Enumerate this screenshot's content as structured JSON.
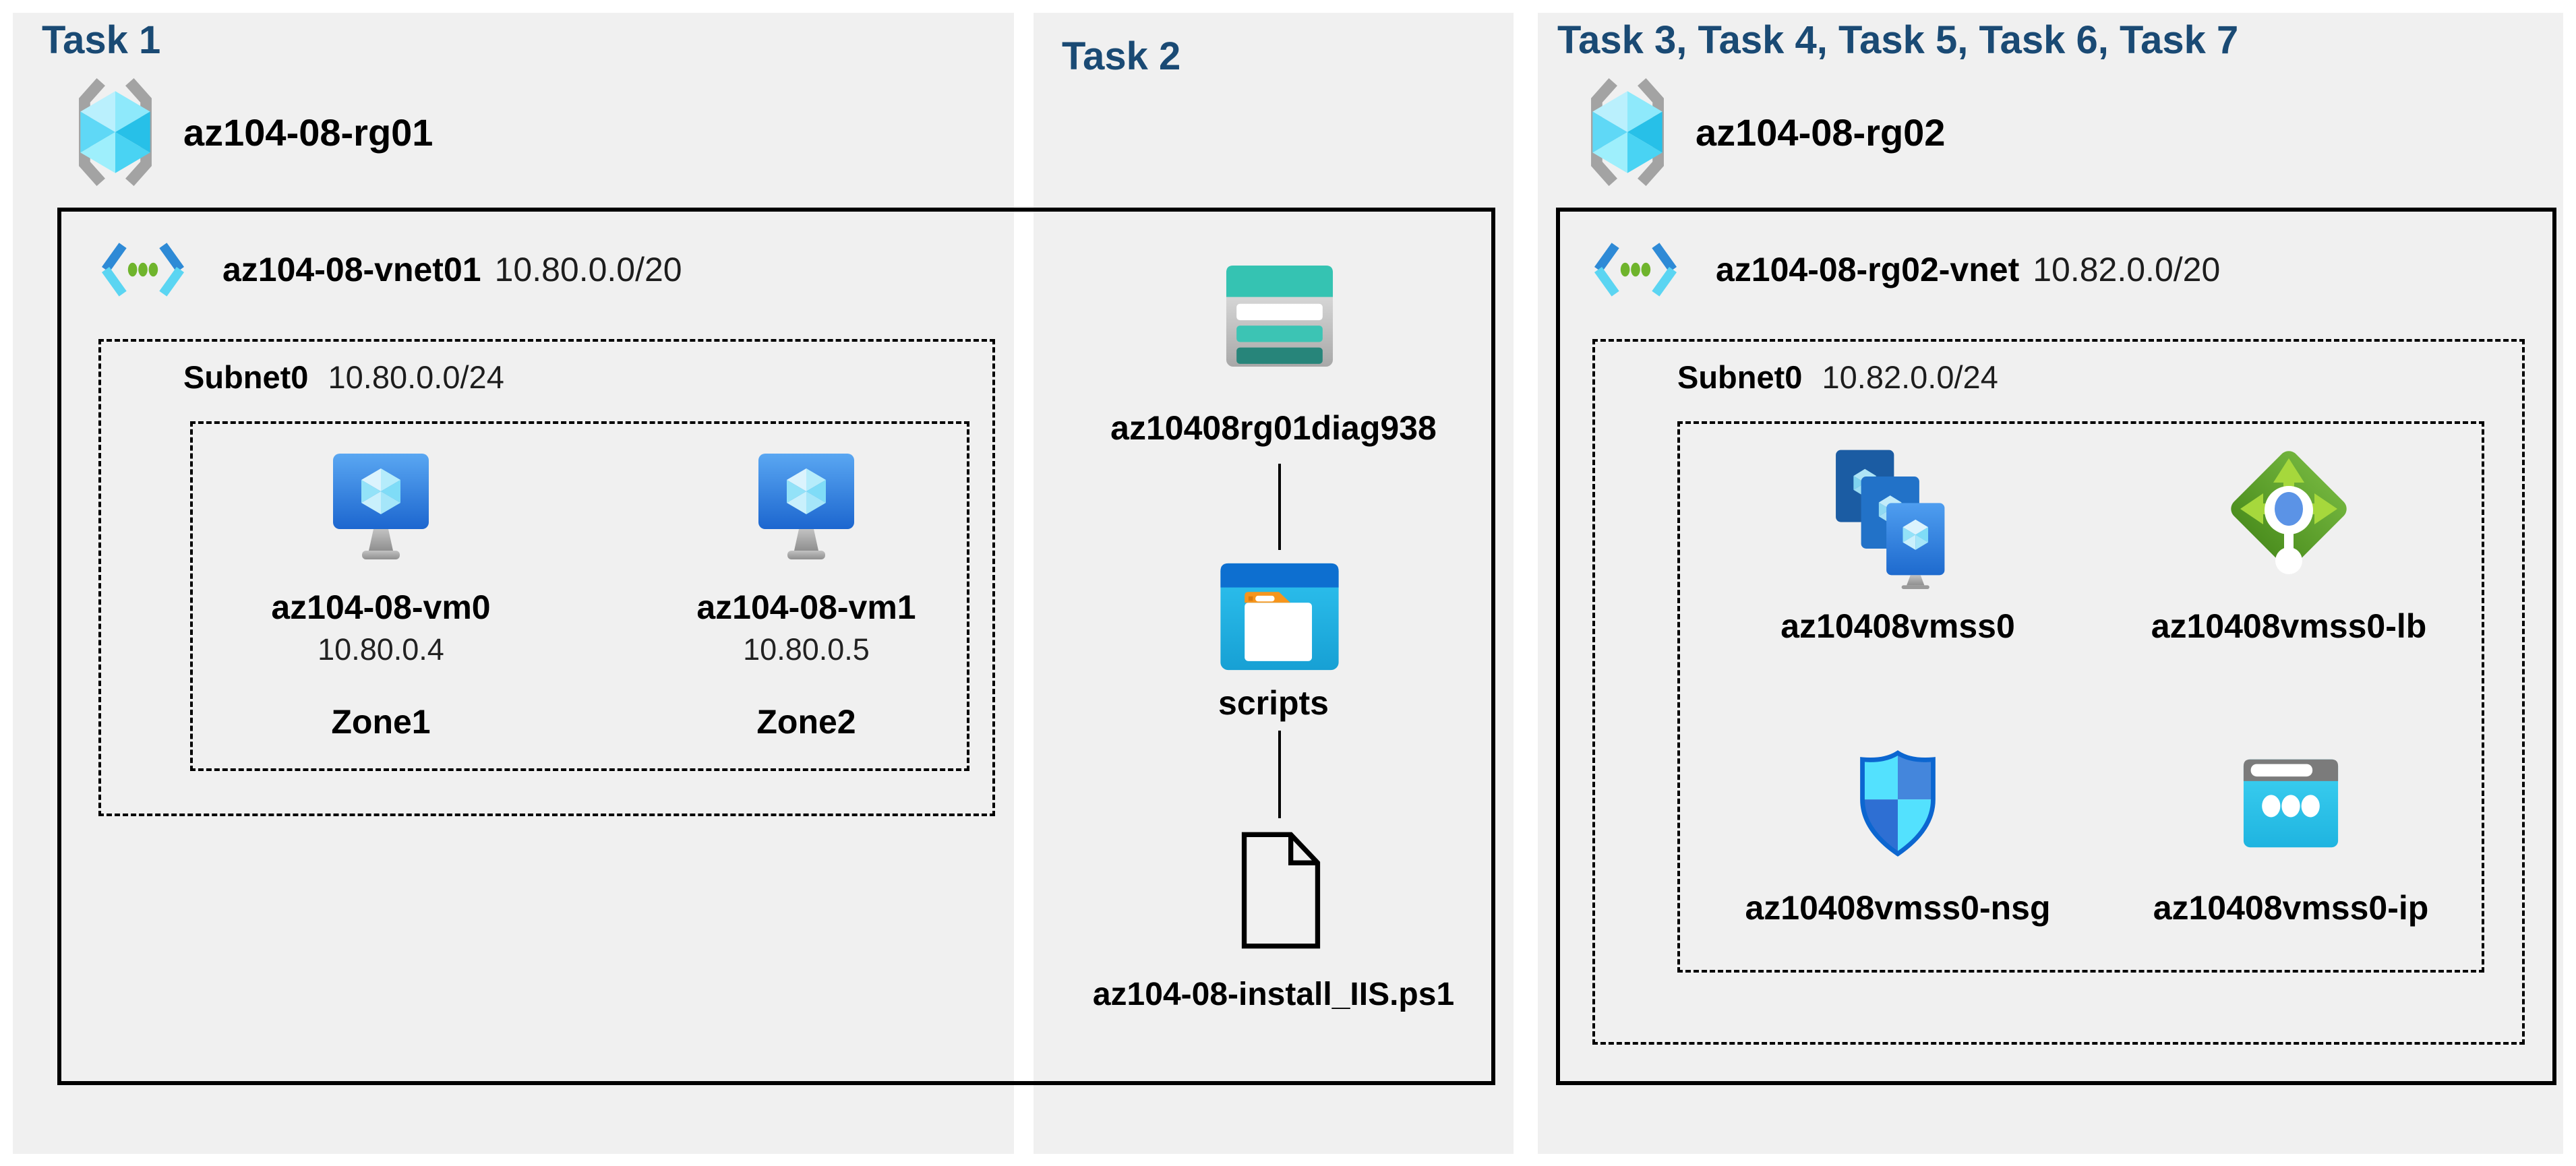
{
  "panels": {
    "task1": {
      "title": "Task 1",
      "resource_group": {
        "name": "az104-08-rg01"
      },
      "vnet": {
        "name": "az104-08-vnet01",
        "cidr": "10.80.0.0/20"
      },
      "subnet": {
        "name": "Subnet0",
        "cidr": "10.80.0.0/24"
      },
      "vms": [
        {
          "name": "az104-08-vm0",
          "ip": "10.80.0.4",
          "zone": "Zone1"
        },
        {
          "name": "az104-08-vm1",
          "ip": "10.80.0.5",
          "zone": "Zone2"
        }
      ]
    },
    "task2": {
      "title": "Task 2",
      "storage_account": "az10408rg01diag938",
      "container": "scripts",
      "file": "az104-08-install_IIS.ps1"
    },
    "task3": {
      "title": "Task 3, Task 4, Task 5, Task 6, Task 7",
      "resource_group": {
        "name": "az104-08-rg02"
      },
      "vnet": {
        "name": "az104-08-rg02-vnet",
        "cidr": "10.82.0.0/20"
      },
      "subnet": {
        "name": "Subnet0",
        "cidr": "10.82.0.0/24"
      },
      "resources": [
        {
          "name": "az10408vmss0",
          "type": "vm-scale-set"
        },
        {
          "name": "az10408vmss0-lb",
          "type": "load-balancer"
        },
        {
          "name": "az10408vmss0-nsg",
          "type": "network-security-group"
        },
        {
          "name": "az10408vmss0-ip",
          "type": "public-ip"
        }
      ]
    }
  },
  "colors": {
    "title_navy": "#1a4a74",
    "panel_gray": "#f0f0f0",
    "outline_black": "#000000",
    "vm_blue_top": "#5aa7f2",
    "vm_blue_bottom": "#1c66cf",
    "cube_cyan": "#50d8f4",
    "vnet_chevron_blue": "#2e8ad6",
    "vnet_chevron_cyan": "#5bd5f2",
    "vnet_dot_green": "#6fb42c",
    "storage_teal": "#35c3b2",
    "storage_teal_dark": "#27857a",
    "folder_titlebar_blue": "#0d6fd0",
    "folder_body_cyan": "#2fc3f0",
    "folder_tab_orange": "#f6951d",
    "lb_green": "#5ea32b",
    "lb_arrow_green": "#a6d83c",
    "lb_center_blue": "#5b93e6",
    "nsg_cyan": "#53e1fe",
    "nsg_blue": "#4486dc",
    "nsg_outline": "#0c66d0",
    "ip_cyan": "#2fc6ec",
    "ip_gray": "#7b7b7b",
    "rg_bracket_gray": "#a3a3a3"
  }
}
